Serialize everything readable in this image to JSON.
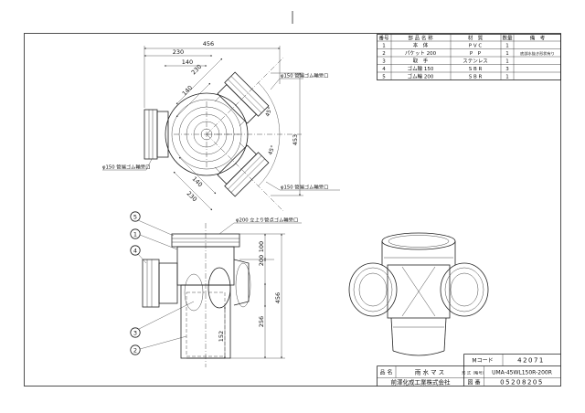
{
  "parts_table": {
    "headers": [
      "番号",
      "部 品 名 称",
      "材　質",
      "数量",
      "備　考"
    ],
    "rows": [
      [
        "1",
        "本　体",
        "P V C",
        "1",
        ""
      ],
      [
        "2",
        "パケット 200",
        "P　P",
        "1",
        "底部水抜き形状有り"
      ],
      [
        "3",
        "取　手",
        "ステンレス",
        "1",
        ""
      ],
      [
        "4",
        "ゴム輪 150",
        "S B R",
        "3",
        ""
      ],
      [
        "5",
        "ゴム輪 200",
        "S B R",
        "1",
        ""
      ]
    ]
  },
  "plan_view": {
    "dims": [
      "456",
      "230",
      "140",
      "230",
      "140",
      "140",
      "230",
      "453"
    ],
    "angles": [
      "45°",
      "45°"
    ],
    "callouts": [
      "φ150 管端ゴム輪受口",
      "φ150 管端ゴム輪受口",
      "φ150 管端ゴム輪受口"
    ]
  },
  "front_view": {
    "dims": [
      "100",
      "200",
      "456",
      "256",
      "152"
    ],
    "callout": "φ200 立上り管点ゴム輪受口",
    "balloons": [
      "5",
      "1",
      "4",
      "3",
      "2"
    ]
  },
  "title_block": {
    "code_label": "Mコード",
    "code_value": "42071",
    "name_label": "品 名",
    "name_value": "雨 水 マ ス",
    "model_label": "形 式（略号）",
    "model_value": "UMA-45WL150R-200R",
    "company": "前澤化成工業株式会社",
    "drawing_no_label": "図 番",
    "drawing_no_value": "05208205"
  }
}
